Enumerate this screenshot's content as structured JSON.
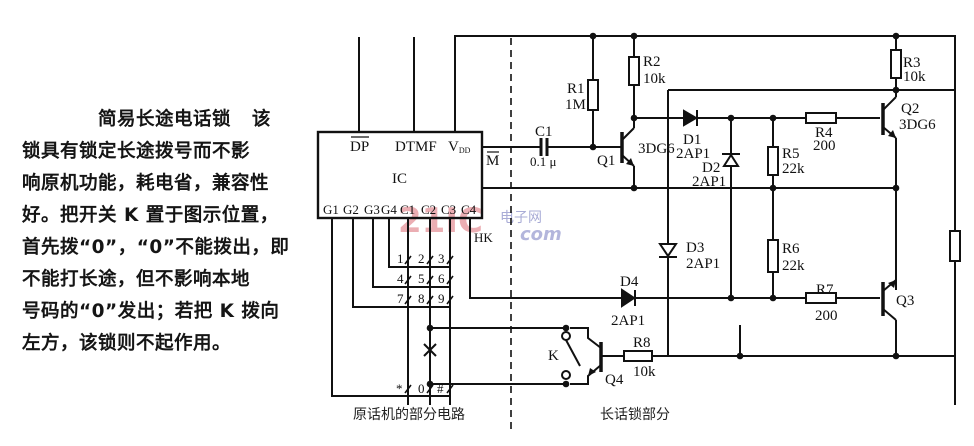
{
  "description": {
    "title": "简易长途电话锁",
    "lines": [
      "该",
      "锁具有锁定长途拨号而不影",
      "响原机功能，耗电省，兼容性",
      "好。把开关 K 置于图示位置，",
      "首先拨“0”，“0”不能拨出，即",
      "不能打长途，但不影响本地",
      "号码的“0”发出；若把 K 拨向",
      "左方，该锁则不起作用。"
    ]
  },
  "ic": {
    "name": "IC",
    "pins_top": [
      "DP",
      "DTMF",
      "V_DD"
    ],
    "vdd_main": "V",
    "vdd_sub": "DD",
    "pins_bottom": [
      "G1",
      "G2",
      "G3",
      "G4",
      "C1",
      "C2",
      "C3",
      "C4"
    ],
    "mute_label": "M",
    "hk_label": "HK"
  },
  "keypad": {
    "rows": [
      [
        "1",
        "2",
        "3"
      ],
      [
        "4",
        "5",
        "6"
      ],
      [
        "7",
        "8",
        "9"
      ],
      [
        "*",
        "0",
        "#"
      ]
    ]
  },
  "components": {
    "C1": {
      "name": "C1",
      "value": "0.1 μ"
    },
    "R1": {
      "name": "R1",
      "value": "1M"
    },
    "R2": {
      "name": "R2",
      "value": "10k"
    },
    "R3": {
      "name": "R3",
      "value": "10k"
    },
    "R4": {
      "name": "R4",
      "value": "200"
    },
    "R5": {
      "name": "R5",
      "value": "22k"
    },
    "R6": {
      "name": "R6",
      "value": "22k"
    },
    "R7": {
      "name": "R7",
      "value": "200"
    },
    "R8": {
      "name": "R8",
      "value": "10k"
    },
    "D1": {
      "name": "D1",
      "value": "2AP1"
    },
    "D2": {
      "name": "D2",
      "value": "2AP1"
    },
    "D3": {
      "name": "D3",
      "value": "2AP1"
    },
    "D4": {
      "name": "D4",
      "value": "2AP1"
    },
    "Q1": {
      "name": "Q1",
      "value": "3DG6"
    },
    "Q2": {
      "name": "Q2",
      "value": "3DG6"
    },
    "Q3": {
      "name": "Q3",
      "value": ""
    },
    "Q4": {
      "name": "Q4",
      "value": ""
    },
    "K": {
      "name": "K"
    }
  },
  "section_labels": {
    "left": "原话机的部分电路",
    "right": "长话锁部分"
  },
  "watermark": {
    "logo": "21IC",
    "cn": "电子网",
    "en": "com"
  }
}
